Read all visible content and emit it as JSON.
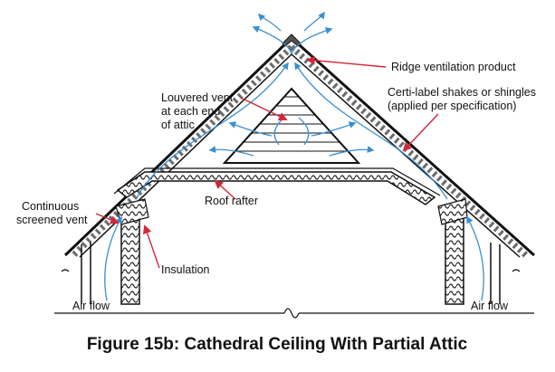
{
  "caption": "Figure 15b: Cathedral Ceiling With Partial Attic",
  "labels": {
    "ridge_vent": "Ridge ventilation product",
    "louvered_1": "Louvered vent",
    "louvered_2": "at each end",
    "louvered_3": "of attic",
    "shakes_1": "Certi-label shakes or shingles",
    "shakes_2": "(applied per specification)",
    "screened_1": "Continuous",
    "screened_2": "screened vent",
    "rafter": "Roof rafter",
    "insulation": "Insulation",
    "airflow_left": "Air flow",
    "airflow_right": "Air flow"
  },
  "colors": {
    "airflow": "#3a8fd0",
    "leader": "#d0283a",
    "outline": "#111111",
    "shingle": "#6b6b6b"
  }
}
